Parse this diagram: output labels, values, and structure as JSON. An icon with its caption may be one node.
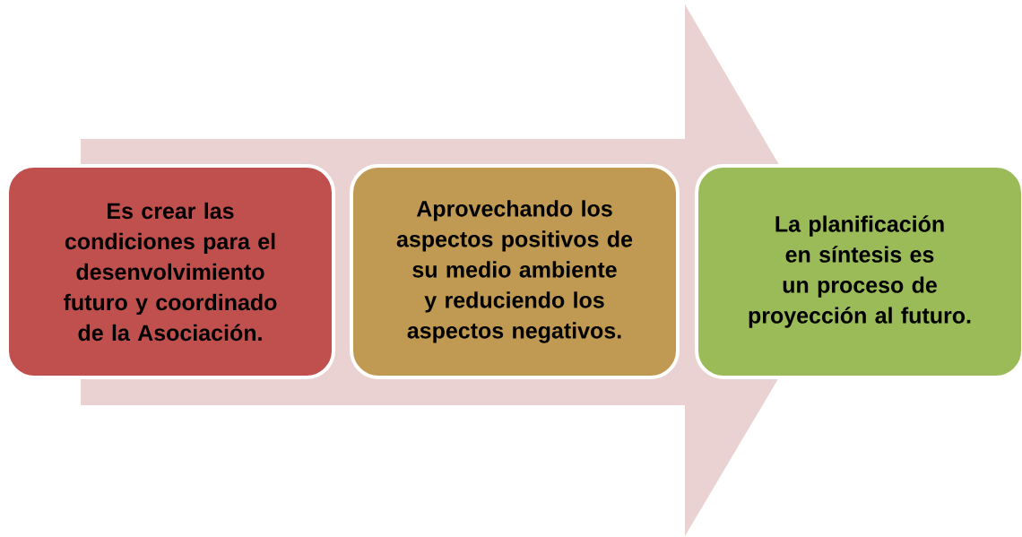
{
  "diagram": {
    "nodes": [
      {
        "text": [
          "Es crear las condiciones para el desenvolvimiento futuro y coordinado de la Asociación."
        ]
      },
      {
        "text": [
          "Aprovechando los aspectos positivos de su medio ambiente y reduciendo los aspectos negativos."
        ]
      },
      {
        "text": [
          "La planificación en síntesis es un proceso de proyección al futuro."
        ]
      }
    ],
    "edges": [
      {
        "from": 0,
        "to": 2,
        "arrow": "to"
      }
    ]
  }
}
